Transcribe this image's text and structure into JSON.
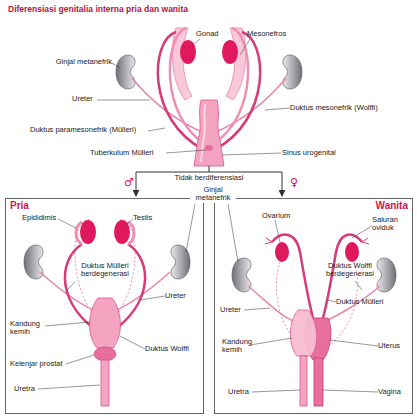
{
  "diagram": {
    "title": "Diferensiasi genitalia interna pria dan wanita",
    "nodes": [
      {
        "text": [
          "Pria"
        ]
      },
      {
        "text": [
          "Wanita"
        ]
      }
    ],
    "labels": [
      "Gonad",
      "Mesonefros",
      "Ginjal metanefrik",
      "Ureter",
      "Duktus mesonefrik (Wolffi)",
      "Duktus paramesonefrik (Mülleri)",
      "Tuberkulum Mülleri",
      "Sinus urogenital",
      "Tidak berdiferensiasi",
      "♂",
      "♀",
      "Ginjal metanefrik",
      "Epididimis",
      "Testis",
      "Duktus Mülleri berdegenerasi",
      "Ureter",
      "Kandung kemih",
      "Duktus Wolffi",
      "Kelenjar prostat",
      "Uretra",
      "Ovarium",
      "Saluran oviduk",
      "Duktus Wolffi berdegenerasi",
      "Duktus Mülleri",
      "Ureter",
      "Kandung kemih",
      "Uterus",
      "Uretra",
      "Vagina"
    ]
  }
}
